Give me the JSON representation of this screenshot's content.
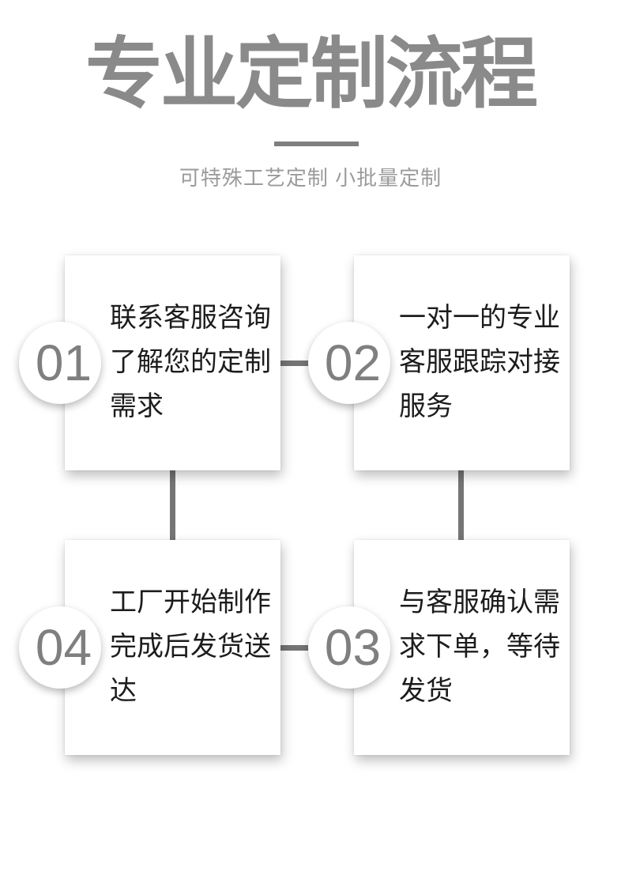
{
  "header": {
    "title": "专业定制流程",
    "subtitle": "可特殊工艺定制 小批量定制"
  },
  "steps": [
    {
      "number": "01",
      "text": "联系客服咨询了解您的定制需求"
    },
    {
      "number": "02",
      "text": "一对一的专业客服跟踪对接服务"
    },
    {
      "number": "03",
      "text": "与客服确认需求下单，等待发货"
    },
    {
      "number": "04",
      "text": "工厂开始制作完成后发货送达"
    }
  ],
  "colors": {
    "title_gray": "#8a8a8a",
    "subtitle_gray": "#9b9b9b",
    "divider_gray": "#7f7f7f",
    "step_number_gray": "#7f7f7f",
    "connector_gray": "#757575",
    "body_text": "#1c1c1c",
    "card_background": "#ffffff"
  }
}
